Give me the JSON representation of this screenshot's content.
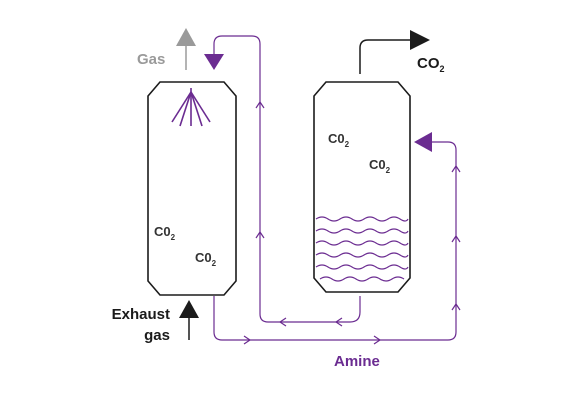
{
  "labels": {
    "gas": "Gas",
    "co2_out": "CO",
    "co2_out_sub": "2",
    "exhaust_line1": "Exhaust",
    "exhaust_line2": "gas",
    "amine": "Amine",
    "co2_base": "C0",
    "co2_sub": "2"
  },
  "colors": {
    "purple": "#6b2c91",
    "gray": "#9a9a9a",
    "black": "#1b1b1b"
  }
}
